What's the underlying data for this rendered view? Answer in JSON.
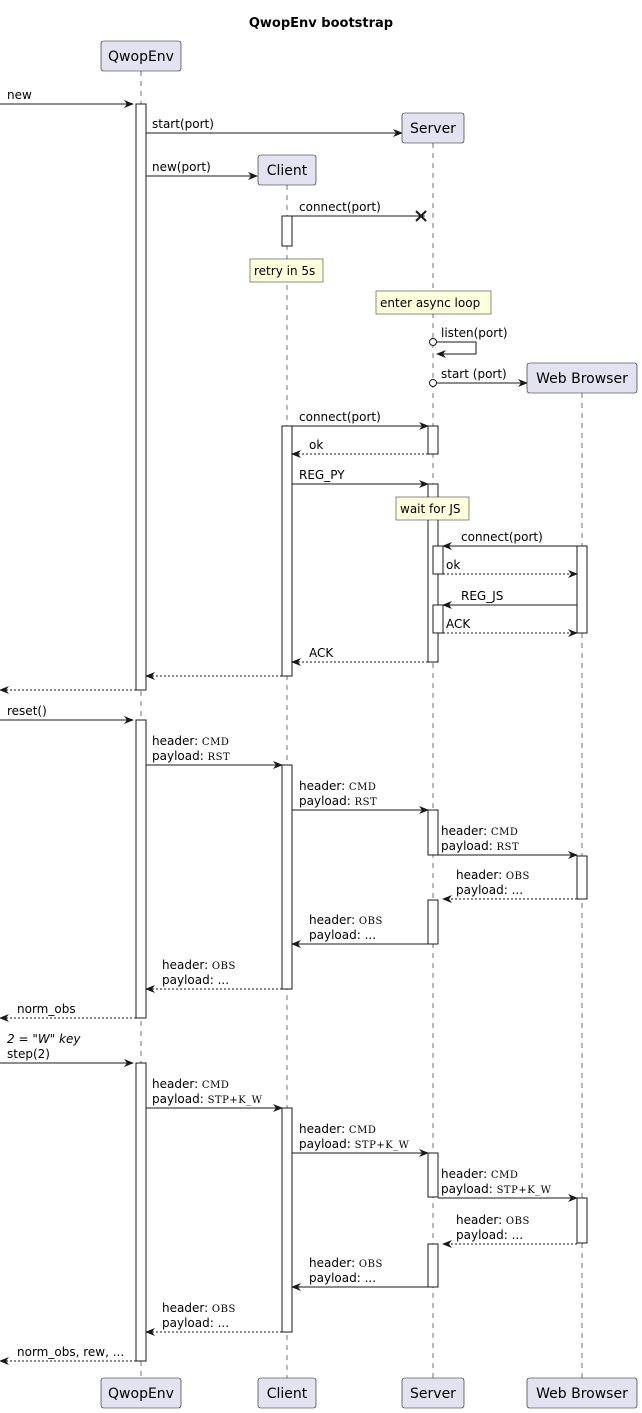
{
  "title": "QwopEnv bootstrap",
  "participants": [
    {
      "id": "qwopenv",
      "label": "QwopEnv"
    },
    {
      "id": "client",
      "label": "Client"
    },
    {
      "id": "server",
      "label": "Server"
    },
    {
      "id": "browser",
      "label": "Web Browser"
    }
  ],
  "notes": [
    {
      "over": "client",
      "text": "retry in 5s"
    },
    {
      "over": "server",
      "text": "enter async loop"
    },
    {
      "over": "server",
      "text": "wait for JS"
    }
  ],
  "messages": [
    {
      "from": "external",
      "to": "qwopenv",
      "lines": [
        "new"
      ],
      "style": "solid"
    },
    {
      "from": "qwopenv",
      "to": "server",
      "lines": [
        "start(port)"
      ],
      "style": "solid",
      "creates": true
    },
    {
      "from": "qwopenv",
      "to": "client",
      "lines": [
        "new(port)"
      ],
      "style": "solid",
      "creates": true
    },
    {
      "from": "client",
      "to": "server",
      "lines": [
        "connect(port)"
      ],
      "style": "lost"
    },
    {
      "from": "server",
      "to": "server",
      "lines": [
        "listen(port)"
      ],
      "style": "self-async"
    },
    {
      "from": "server",
      "to": "browser",
      "lines": [
        "start (port)"
      ],
      "style": "async",
      "creates": true
    },
    {
      "from": "client",
      "to": "server",
      "lines": [
        "connect(port)"
      ],
      "style": "solid"
    },
    {
      "from": "server",
      "to": "client",
      "lines": [
        "ok"
      ],
      "style": "dashed"
    },
    {
      "from": "client",
      "to": "server",
      "lines": [
        "REG_PY"
      ],
      "style": "solid"
    },
    {
      "from": "browser",
      "to": "server",
      "lines": [
        "connect(port)"
      ],
      "style": "solid"
    },
    {
      "from": "server",
      "to": "browser",
      "lines": [
        "ok"
      ],
      "style": "dashed"
    },
    {
      "from": "browser",
      "to": "server",
      "lines": [
        "REG_JS"
      ],
      "style": "solid"
    },
    {
      "from": "server",
      "to": "browser",
      "lines": [
        "ACK"
      ],
      "style": "dashed"
    },
    {
      "from": "server",
      "to": "client",
      "lines": [
        "ACK"
      ],
      "style": "dashed"
    },
    {
      "from": "client",
      "to": "qwopenv",
      "lines": [],
      "style": "dashed"
    },
    {
      "from": "qwopenv",
      "to": "external",
      "lines": [],
      "style": "dashed"
    },
    {
      "from": "external",
      "to": "qwopenv",
      "lines": [
        "reset()"
      ],
      "style": "solid"
    },
    {
      "from": "qwopenv",
      "to": "client",
      "lines": [
        "header: CMD",
        "payload: RST"
      ],
      "style": "solid"
    },
    {
      "from": "client",
      "to": "server",
      "lines": [
        "header: CMD",
        "payload: RST"
      ],
      "style": "solid"
    },
    {
      "from": "server",
      "to": "browser",
      "lines": [
        "header: CMD",
        "payload: RST"
      ],
      "style": "solid"
    },
    {
      "from": "browser",
      "to": "server",
      "lines": [
        "header: OBS",
        "payload: ..."
      ],
      "style": "dashed"
    },
    {
      "from": "server",
      "to": "client",
      "lines": [
        "header: OBS",
        "payload: ..."
      ],
      "style": "solid"
    },
    {
      "from": "client",
      "to": "qwopenv",
      "lines": [
        "header: OBS",
        "payload: ..."
      ],
      "style": "dashed"
    },
    {
      "from": "qwopenv",
      "to": "external",
      "lines": [
        "norm_obs"
      ],
      "style": "dashed"
    },
    {
      "from": "external",
      "to": "qwopenv",
      "lines": [
        "2 = \"W\" key",
        "step(2)"
      ],
      "style": "solid"
    },
    {
      "from": "qwopenv",
      "to": "client",
      "lines": [
        "header: CMD",
        "payload: STP+K_W"
      ],
      "style": "solid"
    },
    {
      "from": "client",
      "to": "server",
      "lines": [
        "header: CMD",
        "payload: STP+K_W"
      ],
      "style": "solid"
    },
    {
      "from": "server",
      "to": "browser",
      "lines": [
        "header: CMD",
        "payload: STP+K_W"
      ],
      "style": "solid"
    },
    {
      "from": "browser",
      "to": "server",
      "lines": [
        "header: OBS",
        "payload: ..."
      ],
      "style": "dashed"
    },
    {
      "from": "server",
      "to": "client",
      "lines": [
        "header: OBS",
        "payload: ..."
      ],
      "style": "solid"
    },
    {
      "from": "client",
      "to": "qwopenv",
      "lines": [
        "header: OBS",
        "payload: ..."
      ],
      "style": "dashed"
    },
    {
      "from": "qwopenv",
      "to": "external",
      "lines": [
        "norm_obs, rew, ..."
      ],
      "style": "dashed"
    }
  ]
}
